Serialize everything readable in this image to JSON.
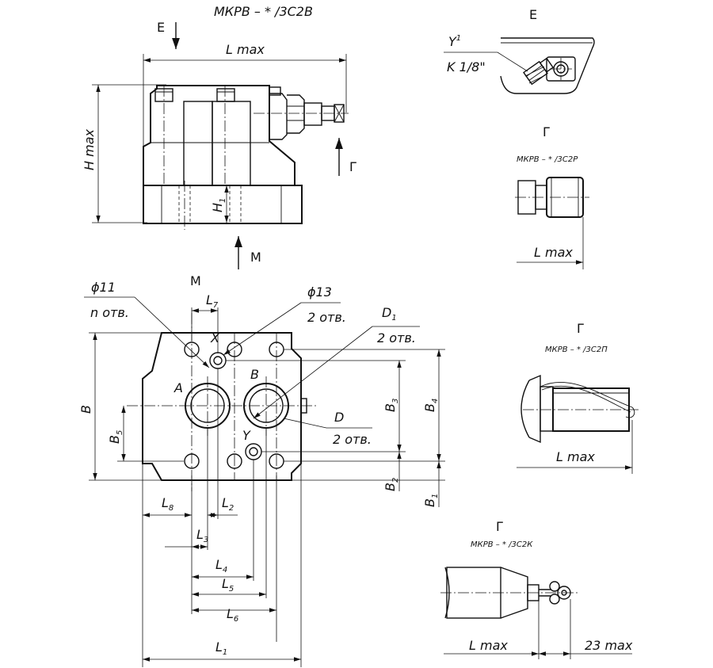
{
  "top_view": {
    "model": "МКРВ – * /3С2В",
    "view_e_arrow": "Е",
    "l_max": "L max",
    "h_max": "H max",
    "h1": "H",
    "h1_sub": "1",
    "arrow_g": "Г",
    "arrow_m": "М"
  },
  "view_e": {
    "title": "Е",
    "y1": "Y",
    "y1_sup": "1",
    "thread": "K 1/8\""
  },
  "variant_3c2p": {
    "title": "Г",
    "model": "МКРВ – * /3С2Р",
    "l_max": "L max"
  },
  "variant_3c2n": {
    "title": "Г",
    "model": "МКРВ – * /3С2П",
    "l_max": "L max"
  },
  "variant_3c2k": {
    "title": "Г",
    "model": "МКРВ – * /3С2К",
    "l_max": "L max",
    "dim_23": "23 max"
  },
  "plan_view": {
    "m_label": "М",
    "hole11": "ϕ11",
    "hole11_count": "n  отв.",
    "hole13": "ϕ13",
    "hole13_count": "2 отв.",
    "d1": "D",
    "d1_sub": "1",
    "d1_count": "2 отв.",
    "d": "D",
    "d_count": "2 отв.",
    "port_x": "X",
    "port_y": "Y",
    "port_a": "A",
    "port_b": "B",
    "b": "B",
    "b1": "B",
    "b1_sub": "1",
    "b2": "B",
    "b2_sub": "2",
    "b3": "B",
    "b3_sub": "3",
    "b4": "B",
    "b4_sub": "4",
    "b5": "B",
    "b5_sub": "5",
    "l1": "L",
    "l1_sub": "1",
    "l2": "L",
    "l2_sub": "2",
    "l3": "L",
    "l3_sub": "3",
    "l4": "L",
    "l4_sub": "4",
    "l5": "L",
    "l5_sub": "5",
    "l6": "L",
    "l6_sub": "6",
    "l7": "L",
    "l7_sub": "7",
    "l8": "L",
    "l8_sub": "8"
  }
}
